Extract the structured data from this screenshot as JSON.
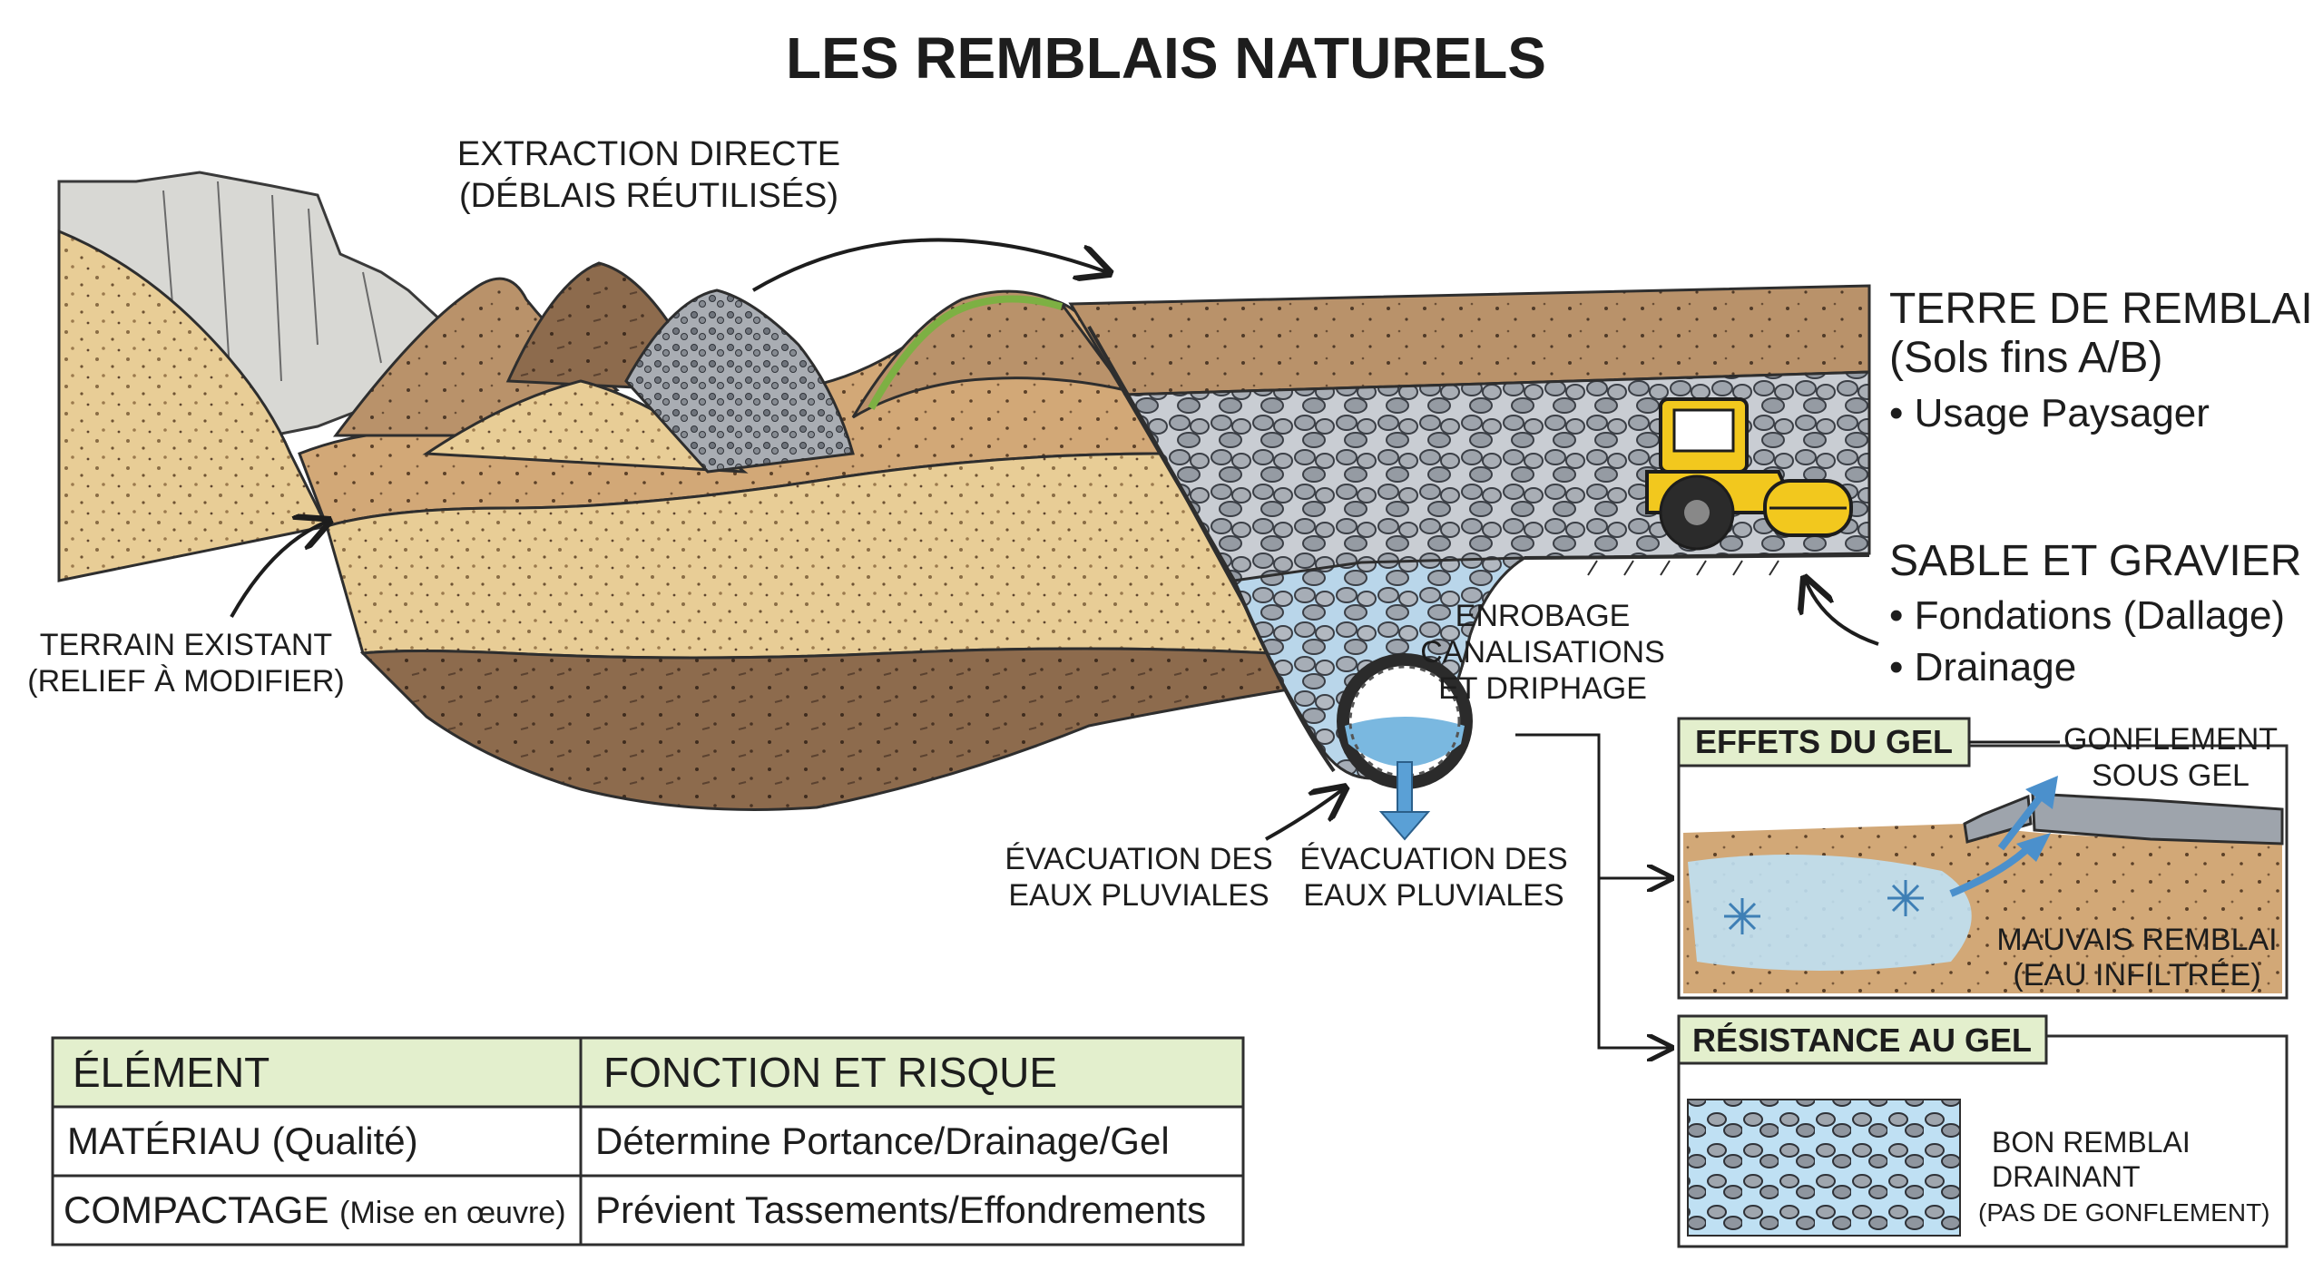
{
  "title": "LES REMBLAIS NATURELS",
  "labels": {
    "extraction_1": "EXTRACTION DIRECTE",
    "extraction_2": "(DÉBLAIS RÉUTILISÉS)",
    "terrain_1": "TERRAIN EXISTANT",
    "terrain_2": "(RELIEF À MODIFIER)",
    "terre_title": "TERRE DE REMBLAI",
    "terre_sub": "(Sols fins A/B)",
    "terre_usage": "• Usage Paysager",
    "sable_title": "SABLE ET GRAVIER",
    "sable_item1": "• Fondations (Dallage)",
    "sable_item2": "• Drainage",
    "enrobage_1": "ENROBAGE",
    "enrobage_2": "CANALISATIONS",
    "enrobage_3": "ET DRIPHAGE",
    "evac_left_1": "ÉVACUATION DES",
    "evac_left_2": "EAUX PLUVIALES",
    "evac_right_1": "ÉVACUATION DES",
    "evac_right_2": "EAUX PLUVIALES"
  },
  "panels": {
    "gel": {
      "title": "EFFETS DU GEL",
      "gonflement_1": "GONFLEMENT",
      "gonflement_2": "SOUS GEL",
      "mauvais_1": "MAUVAIS REMBLAI",
      "mauvais_2": "(EAU INFILTRÉE)"
    },
    "resistance": {
      "title": "RÉSISTANCE AU GEL",
      "bon_1": "BON REMBLAI",
      "bon_2": "DRAINANT",
      "bon_3": "(PAS DE GONFLEMENT)"
    }
  },
  "table": {
    "headers": [
      "ÉLÉMENT",
      "FONCTION ET RISQUE"
    ],
    "rows": [
      {
        "element": "MATÉRIAU (Qualité)",
        "element_note": "",
        "fonction": "Détermine Portance/Drainage/Gel"
      },
      {
        "element": "COMPACTAGE",
        "element_note": "(Mise en œuvre)",
        "fonction": "Prévient Tassements/Effondrements"
      }
    ]
  },
  "icons": [
    "roller-compactor-icon",
    "drain-pipe-icon",
    "ice-crystal-icon"
  ],
  "colors": {
    "header_green": "#e3efcd",
    "water_blue": "#7ab8e0",
    "roller_yellow": "#f2c81e",
    "soil_brown": "#8c6a4c",
    "sand": "#e9cf9a",
    "gravel_grey": "#9aa0a8"
  }
}
